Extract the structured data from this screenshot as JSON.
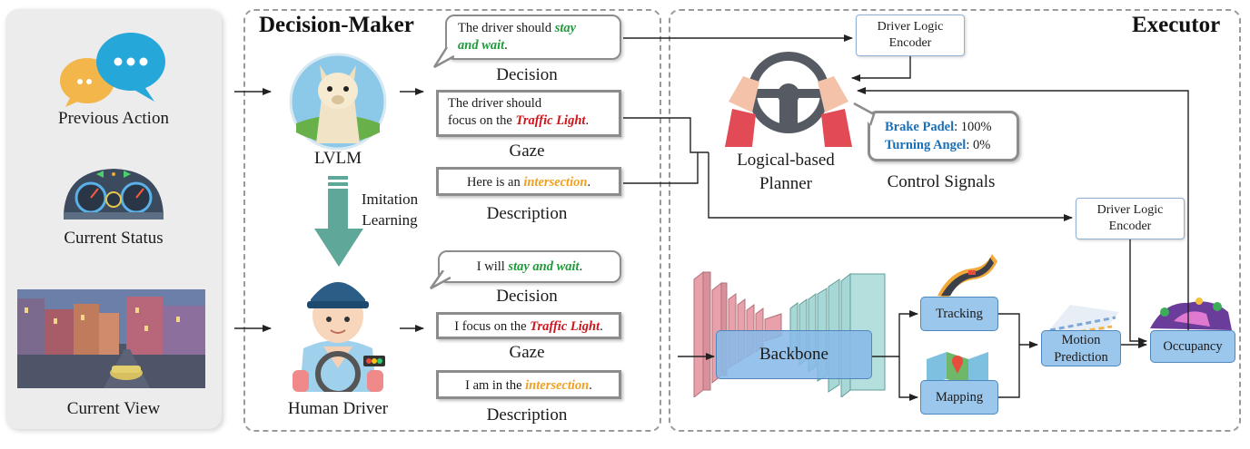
{
  "inputs": {
    "previous_action": "Previous Action",
    "current_status": "Current Status",
    "current_view": "Current View"
  },
  "decision_maker": {
    "title": "Decision-Maker",
    "lvlm_label": "LVLM",
    "human_label": "Human Driver",
    "imitation_label_1": "Imitation",
    "imitation_label_2": "Learning",
    "lvlm_outputs": {
      "decision_text_a": "The driver should ",
      "decision_hl_a": "stay",
      "decision_hl_b": "and wait",
      "decision_text_end": ".",
      "decision_label": "Decision",
      "gaze_text_1": "The driver should",
      "gaze_text_2": "focus on the ",
      "gaze_hl": "Traffic Light",
      "gaze_text_end": ".",
      "gaze_label": "Gaze",
      "desc_text": "Here is an ",
      "desc_hl": "intersection",
      "desc_text_end": ".",
      "desc_label": "Description"
    },
    "human_outputs": {
      "decision_text": "I will ",
      "decision_hl": "stay and wait",
      "decision_text_end": ".",
      "decision_label": "Decision",
      "gaze_text": "I focus on the ",
      "gaze_hl": "Traffic Light",
      "gaze_text_end": ".",
      "gaze_label": "Gaze",
      "desc_text": "I am in the ",
      "desc_hl": "intersection",
      "desc_text_end": ".",
      "desc_label": "Description"
    }
  },
  "executor": {
    "title": "Executor",
    "encoder_top_1": "Driver Logic",
    "encoder_top_2": "Encoder",
    "encoder_mid_1": "Driver Logic",
    "encoder_mid_2": "Encoder",
    "planner_1": "Logical-based",
    "planner_2": "Planner",
    "control_brake_key": "Brake Padel",
    "control_brake_val": ": 100%",
    "control_turn_key": "Turning Angel",
    "control_turn_val": ": 0%",
    "control_label": "Control Signals",
    "backbone": "Backbone",
    "tracking": "Tracking",
    "mapping": "Mapping",
    "motion_1": "Motion",
    "motion_2": "Prediction",
    "occupancy": "Occupancy"
  },
  "colors": {
    "green_highlight": "#1f9a3a",
    "red_highlight": "#d0141c",
    "orange_highlight": "#f0a020",
    "blue_label": "#1b6fb5",
    "imitation_arrow": "#5fa899",
    "module_fill": "#9cc7ec"
  },
  "icons": [
    "chat-bubbles-icon",
    "dashboard-icon",
    "street-photo",
    "alpaca-icon",
    "driver-icon",
    "steering-wheel-icon",
    "road-icon",
    "map-icon",
    "occupancy-blob-icon",
    "trajectory-icon"
  ]
}
